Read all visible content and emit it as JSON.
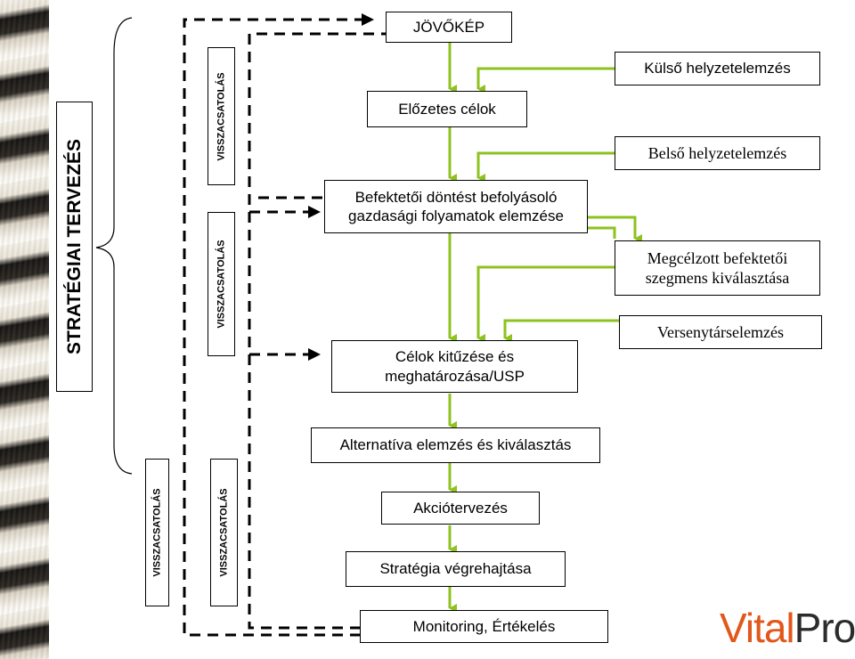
{
  "side_labels": {
    "main": "STRATÉGIAI TERVEZÉS",
    "feedback": "VISSZACSATOLÁS"
  },
  "flow": {
    "vision": "JÖVŐKÉP",
    "preliminary_goals": "Előzetes célok",
    "investor_analysis_line1": "Befektetői döntést befolyásoló",
    "investor_analysis_line2": "gazdasági folyamatok elemzése",
    "goals_line1": "Célok kitűzése és",
    "goals_line2": "meghatározása/USP",
    "alternatives": "Alternatíva elemzés és kiválasztás",
    "action_planning": "Akciótervezés",
    "strategy_execution": "Stratégia végrehajtása",
    "monitoring": "Monitoring, Értékelés"
  },
  "inputs": {
    "external_analysis": "Külső helyzetelemzés",
    "internal_analysis": "Belső helyzetelemzés",
    "target_segment_line1": "Megcélzott befektetői",
    "target_segment_line2": "szegmens kiválasztása",
    "competitor_analysis": "Versenytárselemzés"
  },
  "logo": {
    "part1": "Vital",
    "part2": "Pro"
  },
  "colors": {
    "arrow_green": "#8dc21f",
    "logo_orange": "#e2571b",
    "logo_dark": "#2c2c2c"
  }
}
